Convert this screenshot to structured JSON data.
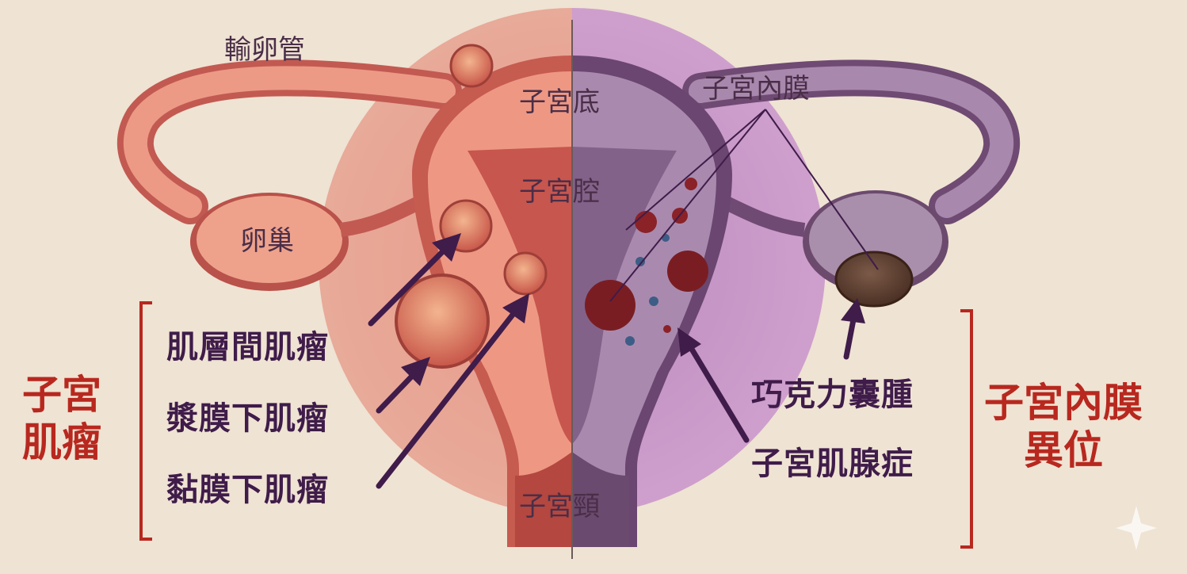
{
  "colors": {
    "background": "#efe3d3",
    "left_uterus": "#e5806e",
    "right_uterus": "#9a6f9e",
    "label_dark": "#3f1c4a",
    "category_red": "#b8281f"
  },
  "anatomy": {
    "fallopian_tube": "輸卵管",
    "ovary": "卵巢",
    "fundus": "子宮底",
    "cavity": "子宮腔",
    "endometrium": "子宮內膜",
    "cervix": "子宮頸"
  },
  "fibroid": {
    "category_line1": "子宮",
    "category_line2": "肌瘤",
    "types": {
      "intramural": "肌層間肌瘤",
      "subserosal": "漿膜下肌瘤",
      "submucosal": "黏膜下肌瘤"
    }
  },
  "endometriosis": {
    "category_line1": "子宮內膜",
    "category_line2": "異位",
    "types": {
      "chocolate_cyst": "巧克力囊腫",
      "adenomyosis": "子宮肌腺症"
    }
  }
}
